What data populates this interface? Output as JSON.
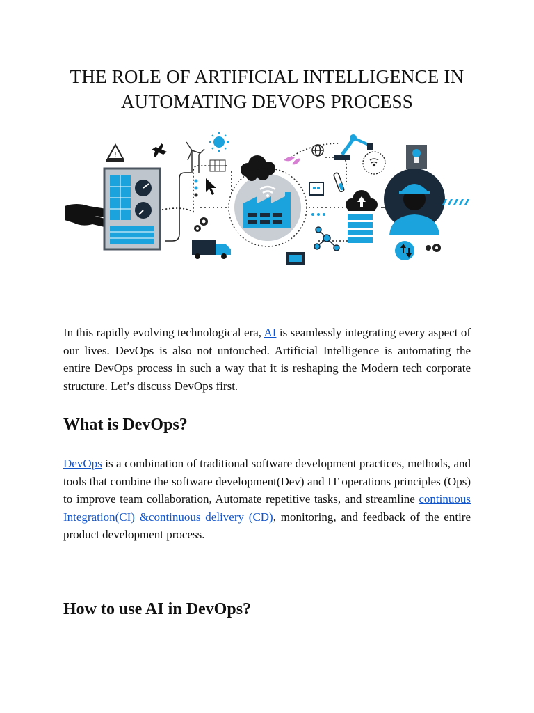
{
  "document": {
    "title_line1": "THE ROLE OF ARTIFICIAL INTELLIGENCE IN",
    "title_line2": "AUTOMATING DEVOPS PROCESS",
    "illustration_icons": [
      "warning-sign-icon",
      "airplane-icon",
      "wind-turbine-icon",
      "sun-icon",
      "solar-panel-icon",
      "globe-icon",
      "robot-arm-icon",
      "wireless-signal-icon",
      "light-bulb-icon",
      "hand-icon",
      "control-panel-icon",
      "cursor-icon",
      "cloud-icon",
      "factory-icon",
      "wifi-icon",
      "leaf-icon",
      "building-icon",
      "test-tube-icon",
      "cloud-upload-icon",
      "server-icon",
      "worker-icon",
      "truck-icon",
      "gears-icon",
      "network-nodes-icon",
      "monitor-icon",
      "sync-arrows-icon"
    ],
    "colors": {
      "accent_blue": "#1aa3dc",
      "dark_navy": "#1b2a3a",
      "link": "#1155cc"
    },
    "intro": {
      "before_link": "In this rapidly evolving technological era, ",
      "link": "AI",
      "after_link": " is seamlessly integrating every aspect of our lives.  DevOps is also not untouched.  Artificial Intelligence is automating the entire DevOps process in such a way that it is reshaping the Modern tech corporate structure. Let’s discuss DevOps first."
    },
    "heading_what": "What is DevOps?",
    "devops_para": {
      "link1": "DevOps",
      "text1": " is a combination of traditional software development practices, methods, and tools that combine the software development(Dev) and IT operations principles (Ops) to improve team collaboration, Automate repetitive tasks, and streamline ",
      "link2": "continuous Integration(CI) &continuous delivery (CD)",
      "text2": ", monitoring, and feedback of the entire product development process."
    },
    "heading_how": "How to use AI in DevOps?"
  }
}
